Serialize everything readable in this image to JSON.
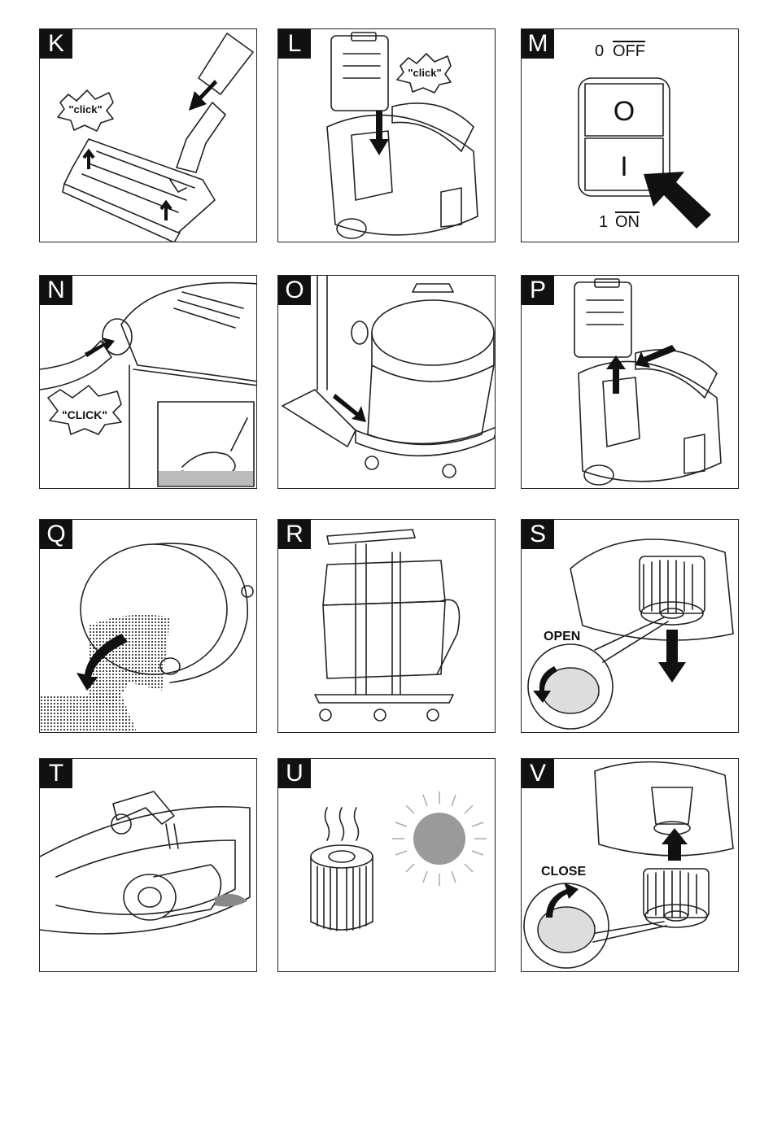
{
  "panels": {
    "k": {
      "letter": "K",
      "bubble": "\"click\""
    },
    "l": {
      "letter": "L",
      "bubble": "\"click\""
    },
    "m": {
      "letter": "M",
      "off_num": "0",
      "off_label": "OFF",
      "on_num": "1",
      "on_label": "ON",
      "rocker_top": "O",
      "rocker_bottom": "I"
    },
    "n": {
      "letter": "N",
      "bubble": "\"CLICK\""
    },
    "o": {
      "letter": "O"
    },
    "p": {
      "letter": "P"
    },
    "q": {
      "letter": "Q"
    },
    "r": {
      "letter": "R"
    },
    "s": {
      "letter": "S",
      "caption": "OPEN"
    },
    "t": {
      "letter": "T"
    },
    "u": {
      "letter": "U"
    },
    "v": {
      "letter": "V",
      "caption": "CLOSE"
    }
  },
  "colors": {
    "ink": "#222222",
    "letter_bg": "#111111",
    "sun": "#9a9a9a",
    "filter_grey": "#d6d6d6"
  }
}
